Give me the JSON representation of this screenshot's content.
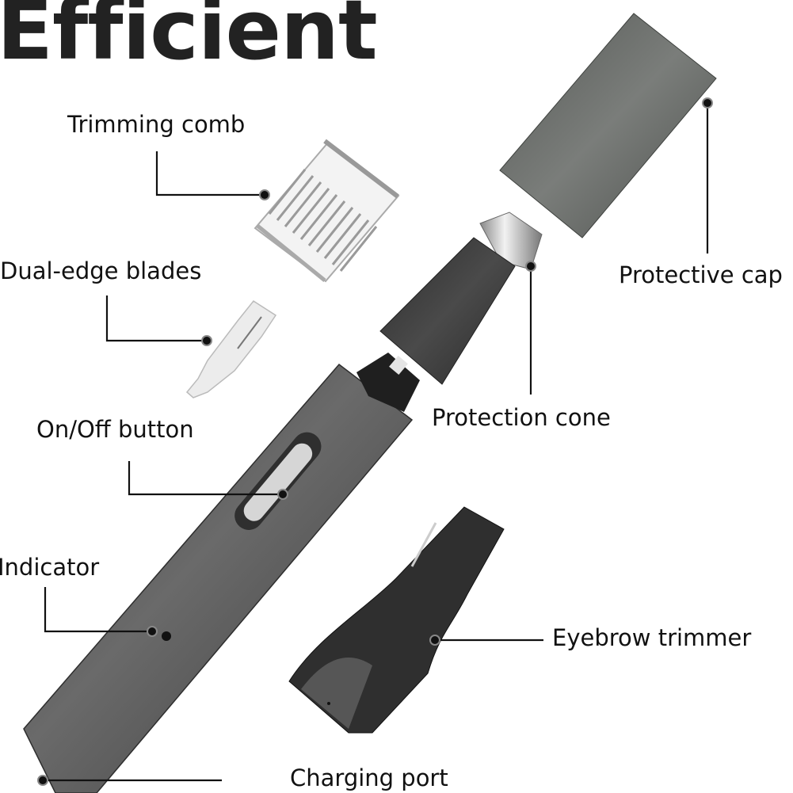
{
  "title": "Efficient",
  "labels": {
    "trimming_comb": "Trimming comb",
    "dual_edge_blades": "Dual-edge blades",
    "on_off_button": "On/Off button",
    "indicator": "Indicator",
    "charging_port": "Charging port",
    "protective_cap": "Protective cap",
    "protection_cone": "Protection cone",
    "eyebrow_trimmer": "Eyebrow trimmer"
  },
  "colors": {
    "body": "#4a4a4a",
    "cap": "#5f625f",
    "cone": "#3a3a3a",
    "text": "#111111",
    "background": "#ffffff"
  }
}
